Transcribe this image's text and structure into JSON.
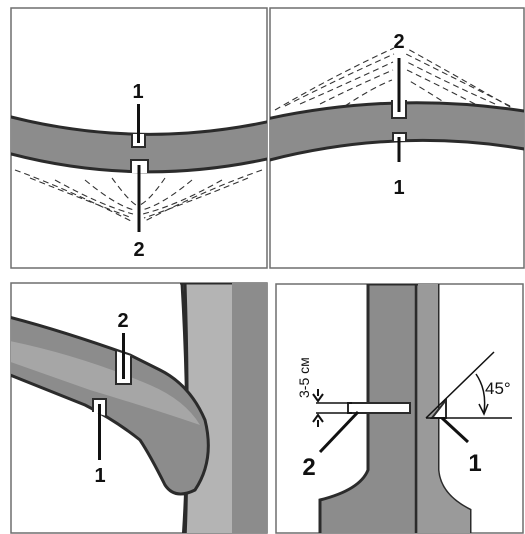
{
  "panel_1": {
    "label_top": "1",
    "label_bottom": "2"
  },
  "panel_2": {
    "label_top": "2",
    "label_bottom": "1"
  },
  "panel_3": {
    "label_top": "2",
    "label_bottom": "1"
  },
  "panel_4": {
    "label_left": "2",
    "label_right": "1",
    "gap_text": "3-5 см",
    "angle_text": "45°"
  },
  "colors": {
    "branch_fill": "#8c8c8c",
    "branch_fill_light": "#b4b4b4",
    "outline": "#2b2b2b",
    "frame": "#6e6e6e",
    "background": "#ffffff"
  }
}
